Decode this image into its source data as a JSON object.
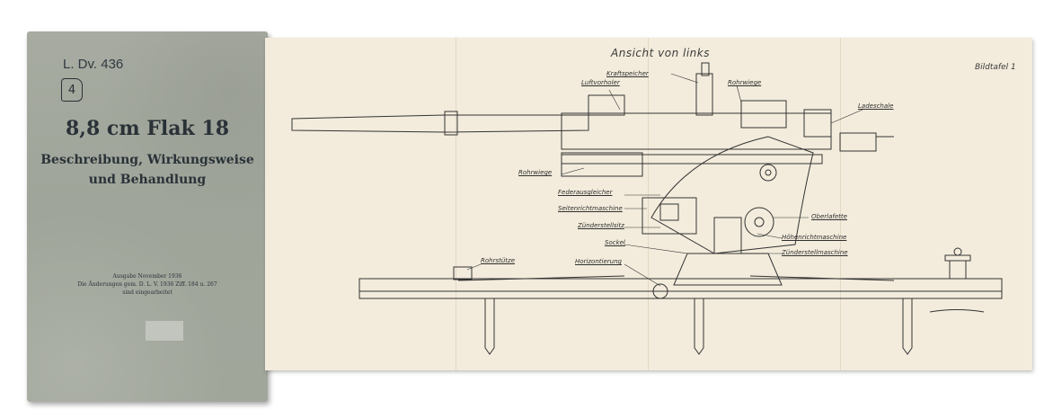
{
  "cover": {
    "code": "L. Dv. 436",
    "handwritten_mark": "4",
    "title": "8,8 cm Flak 18",
    "subtitle_line1": "Beschreibung, Wirkungsweise",
    "subtitle_line2": "und Behandlung",
    "edition": "Ausgabe November 1936",
    "amendments": "Die Änderungen gem. D. L. V. 1936 Ziff. 184 u. 267",
    "inserted": "sind eingearbeitet"
  },
  "plate": {
    "heading": "Ansicht von links",
    "plate_number": "Bildtafel 1",
    "labels": {
      "kraftspeicher": "Kraftspeicher",
      "luftvorholer": "Luftvorholer",
      "rohrwiege_top": "Rohrwiege",
      "ladeschale": "Ladeschale",
      "rohrwiege_left": "Rohrwiege",
      "federausgleicher": "Federausgleicher",
      "seitenrichtmaschine": "Seitenrichtmaschine",
      "zuenderstellsitz": "Zünderstellsitz",
      "oberlafette": "Oberlafette",
      "hoehenrichtmaschine": "Höhenrichtmaschine",
      "sockel": "Sockel",
      "zuenderstellmaschine": "Zünderstellmaschine",
      "horizontierung": "Horizontierung",
      "rohrstuetze": "Rohrstütze"
    }
  }
}
